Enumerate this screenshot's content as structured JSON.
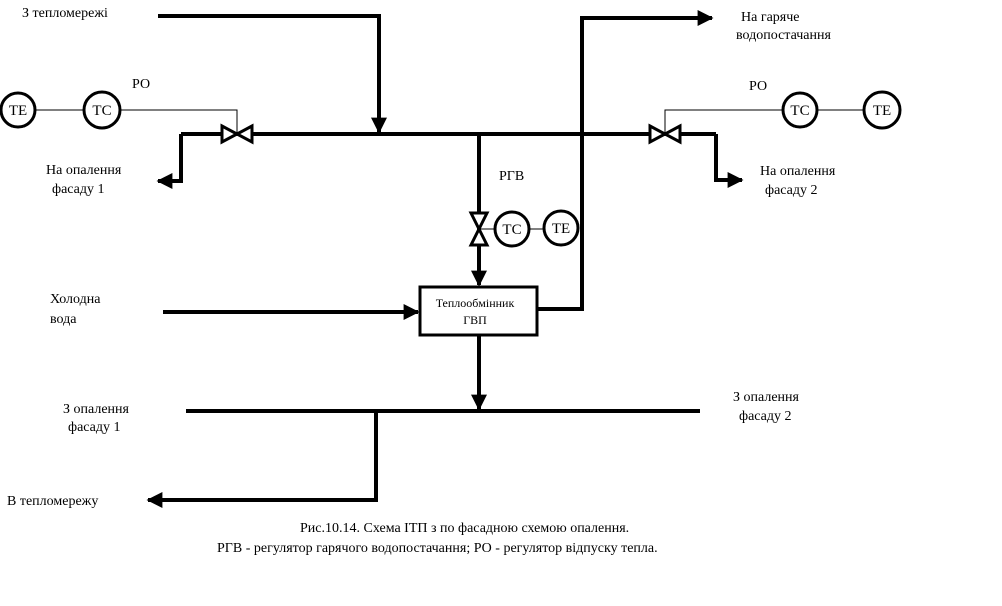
{
  "labels": {
    "from_network": "З тепломережі",
    "hot_water_1": "На гаряче",
    "hot_water_2": "водопостачання",
    "ro_left": "РО",
    "ro_right": "РО",
    "heat_f1_1": "На опалення",
    "heat_f1_2": "фасаду 1",
    "heat_f2_1": "На опалення",
    "heat_f2_2": "фасаду 2",
    "rgv": "РГВ",
    "cold_1": "Холодна",
    "cold_2": "вода",
    "ret_f1_1": "З опалення",
    "ret_f1_2": "фасаду 1",
    "ret_f2_1": "З опалення",
    "ret_f2_2": "фасаду 2",
    "to_network": "В тепломережу"
  },
  "sensors": {
    "te": "ТЕ",
    "tc": "ТС"
  },
  "heat_exchanger": {
    "line1": "Теплообмінник",
    "line2": "ГВП"
  },
  "caption": {
    "line1": "Рис.10.14.  Схема ІТП з по фасадною схемою опалення.",
    "line2": "РГВ  - регулятор гарячого водопостачання; РО - регулятор відпуску тепла."
  }
}
